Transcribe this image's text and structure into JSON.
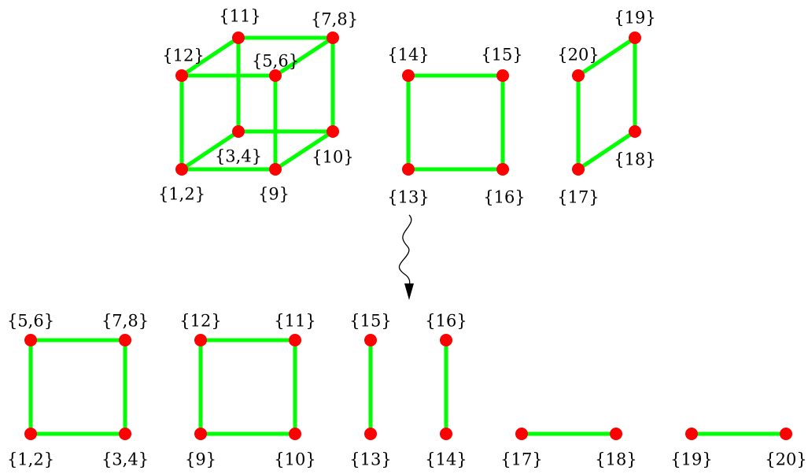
{
  "colors": {
    "edge": "#00ff00",
    "node": "#ff0000",
    "text": "#000000",
    "background": "#ffffff"
  },
  "graphs": [
    {
      "id": "cube",
      "nodes": [
        {
          "id": "a",
          "label": "{1,2}"
        },
        {
          "id": "b",
          "label": "{9}"
        },
        {
          "id": "c",
          "label": "{5,6}"
        },
        {
          "id": "d",
          "label": "{12}"
        },
        {
          "id": "e",
          "label": "{3,4}"
        },
        {
          "id": "f",
          "label": "{10}"
        },
        {
          "id": "g",
          "label": "{7,8}"
        },
        {
          "id": "h",
          "label": "{11}"
        }
      ],
      "edges": [
        [
          "a",
          "b"
        ],
        [
          "b",
          "c"
        ],
        [
          "c",
          "d"
        ],
        [
          "d",
          "a"
        ],
        [
          "e",
          "f"
        ],
        [
          "f",
          "g"
        ],
        [
          "g",
          "h"
        ],
        [
          "h",
          "e"
        ],
        [
          "a",
          "e"
        ],
        [
          "b",
          "f"
        ],
        [
          "c",
          "g"
        ],
        [
          "d",
          "h"
        ]
      ]
    },
    {
      "id": "square-13-16",
      "nodes": [
        {
          "id": "a",
          "label": "{13}"
        },
        {
          "id": "b",
          "label": "{16}"
        },
        {
          "id": "c",
          "label": "{15}"
        },
        {
          "id": "d",
          "label": "{14}"
        }
      ],
      "edges": [
        [
          "a",
          "b"
        ],
        [
          "b",
          "c"
        ],
        [
          "c",
          "d"
        ],
        [
          "d",
          "a"
        ]
      ]
    },
    {
      "id": "quad-17-20",
      "nodes": [
        {
          "id": "a",
          "label": "{17}"
        },
        {
          "id": "b",
          "label": "{18}"
        },
        {
          "id": "c",
          "label": "{19}"
        },
        {
          "id": "d",
          "label": "{20}"
        }
      ],
      "edges": [
        [
          "a",
          "b"
        ],
        [
          "b",
          "c"
        ],
        [
          "c",
          "d"
        ],
        [
          "d",
          "a"
        ]
      ]
    },
    {
      "id": "square-1-8",
      "nodes": [
        {
          "id": "a",
          "label": "{1,2}"
        },
        {
          "id": "b",
          "label": "{3,4}"
        },
        {
          "id": "c",
          "label": "{7,8}"
        },
        {
          "id": "d",
          "label": "{5,6}"
        }
      ],
      "edges": [
        [
          "a",
          "b"
        ],
        [
          "b",
          "c"
        ],
        [
          "c",
          "d"
        ],
        [
          "d",
          "a"
        ]
      ]
    },
    {
      "id": "square-9-12",
      "nodes": [
        {
          "id": "a",
          "label": "{9}"
        },
        {
          "id": "b",
          "label": "{10}"
        },
        {
          "id": "c",
          "label": "{11}"
        },
        {
          "id": "d",
          "label": "{12}"
        }
      ],
      "edges": [
        [
          "a",
          "b"
        ],
        [
          "b",
          "c"
        ],
        [
          "c",
          "d"
        ],
        [
          "d",
          "a"
        ]
      ]
    },
    {
      "id": "edge-13-15",
      "nodes": [
        {
          "id": "a",
          "label": "{13}"
        },
        {
          "id": "b",
          "label": "{15}"
        }
      ],
      "edges": [
        [
          "a",
          "b"
        ]
      ]
    },
    {
      "id": "edge-14-16",
      "nodes": [
        {
          "id": "a",
          "label": "{14}"
        },
        {
          "id": "b",
          "label": "{16}"
        }
      ],
      "edges": [
        [
          "a",
          "b"
        ]
      ]
    },
    {
      "id": "edge-17-18",
      "nodes": [
        {
          "id": "a",
          "label": "{17}"
        },
        {
          "id": "b",
          "label": "{18}"
        }
      ],
      "edges": [
        [
          "a",
          "b"
        ]
      ]
    },
    {
      "id": "edge-19-20",
      "nodes": [
        {
          "id": "a",
          "label": "{19}"
        },
        {
          "id": "b",
          "label": "{20}"
        }
      ],
      "edges": [
        [
          "a",
          "b"
        ]
      ]
    }
  ]
}
